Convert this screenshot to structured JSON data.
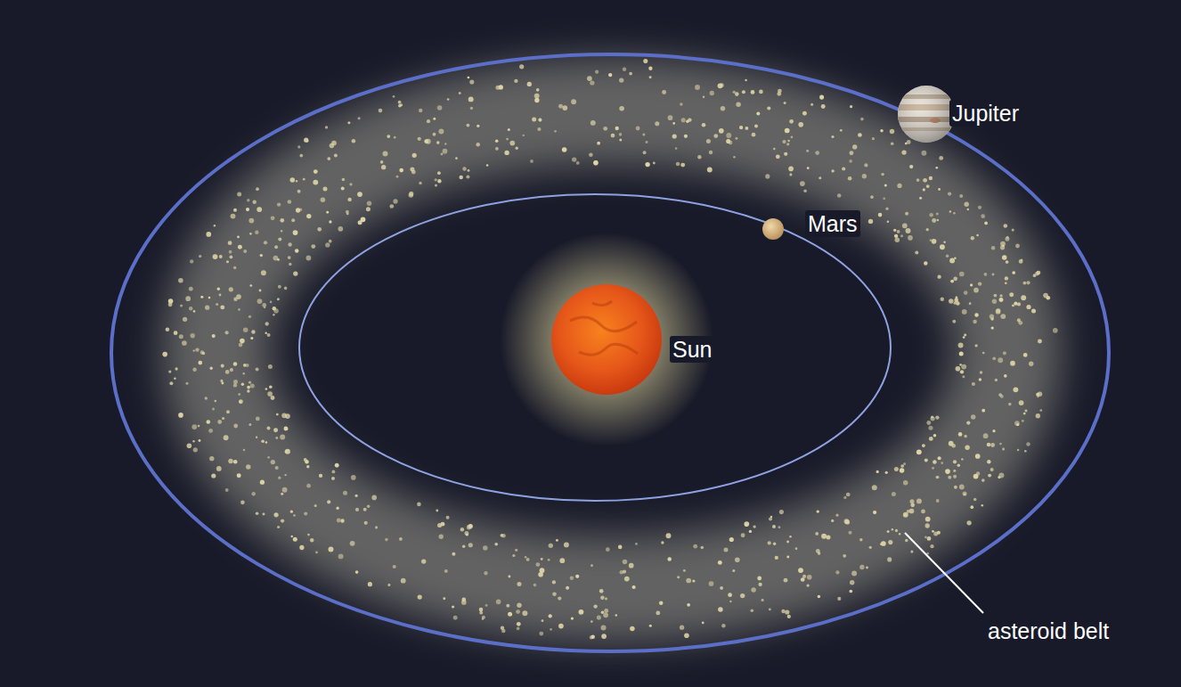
{
  "diagram": {
    "labels": [
      "Jupiter",
      "Mars",
      "Sun",
      "asteroid belt"
    ]
  }
}
